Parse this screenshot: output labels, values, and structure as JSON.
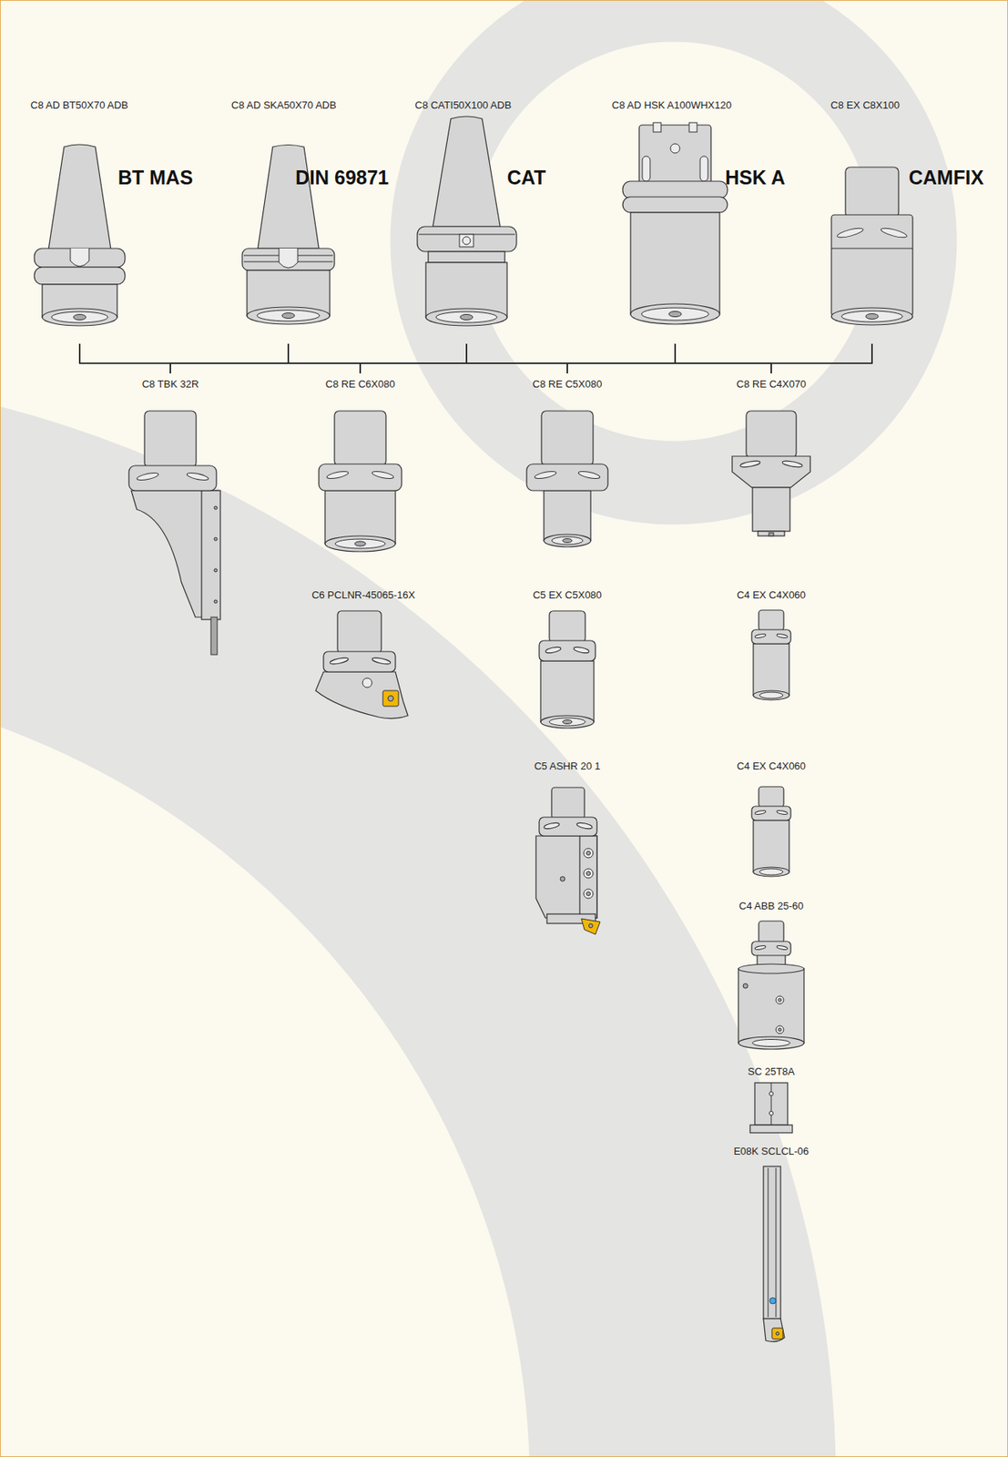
{
  "diagram": {
    "nodes": [
      {
        "text": [
          "C8 AD BT50X70 ADB",
          "BT MAS"
        ]
      },
      {
        "text": [
          "C8 AD SKA50X70 ADB",
          "DIN 69871"
        ]
      },
      {
        "text": [
          "C8 CATI50X100 ADB",
          "CAT"
        ]
      },
      {
        "text": [
          "C8 AD HSK A100WHX120",
          "HSK A"
        ]
      },
      {
        "text": [
          "C8 EX C8X100",
          "CAMFIX"
        ]
      },
      {
        "text": [
          "C8 TBK 32R"
        ]
      },
      {
        "text": [
          "C8 RE C6X080"
        ]
      },
      {
        "text": [
          "C8 RE C5X080"
        ]
      },
      {
        "text": [
          "C8 RE C4X070"
        ]
      },
      {
        "text": [
          "C6 PCLNR-45065-16X"
        ]
      },
      {
        "text": [
          "C5 EX C5X080"
        ]
      },
      {
        "text": [
          "C4 EX C4X060"
        ]
      },
      {
        "text": [
          "C5 ASHR 20 1"
        ]
      },
      {
        "text": [
          "C4 EX C4X060"
        ]
      },
      {
        "text": [
          "C4 ABB 25-60"
        ]
      },
      {
        "text": [
          "SC 25T8A"
        ]
      },
      {
        "text": [
          "E08K SCLCL-06"
        ]
      }
    ],
    "edges": [
      {
        "from": 0,
        "to": 5,
        "arrow": "none"
      },
      {
        "from": 0,
        "to": 6,
        "arrow": "none"
      },
      {
        "from": 0,
        "to": 7,
        "arrow": "none"
      },
      {
        "from": 0,
        "to": 8,
        "arrow": "none"
      },
      {
        "from": 1,
        "to": 5,
        "arrow": "none"
      },
      {
        "from": 1,
        "to": 6,
        "arrow": "none"
      },
      {
        "from": 1,
        "to": 7,
        "arrow": "none"
      },
      {
        "from": 1,
        "to": 8,
        "arrow": "none"
      },
      {
        "from": 2,
        "to": 5,
        "arrow": "none"
      },
      {
        "from": 2,
        "to": 6,
        "arrow": "none"
      },
      {
        "from": 2,
        "to": 7,
        "arrow": "none"
      },
      {
        "from": 2,
        "to": 8,
        "arrow": "none"
      },
      {
        "from": 3,
        "to": 5,
        "arrow": "none"
      },
      {
        "from": 3,
        "to": 6,
        "arrow": "none"
      },
      {
        "from": 3,
        "to": 7,
        "arrow": "none"
      },
      {
        "from": 3,
        "to": 8,
        "arrow": "none"
      },
      {
        "from": 4,
        "to": 5,
        "arrow": "none"
      },
      {
        "from": 4,
        "to": 6,
        "arrow": "none"
      },
      {
        "from": 4,
        "to": 7,
        "arrow": "none"
      },
      {
        "from": 4,
        "to": 8,
        "arrow": "none"
      }
    ]
  }
}
